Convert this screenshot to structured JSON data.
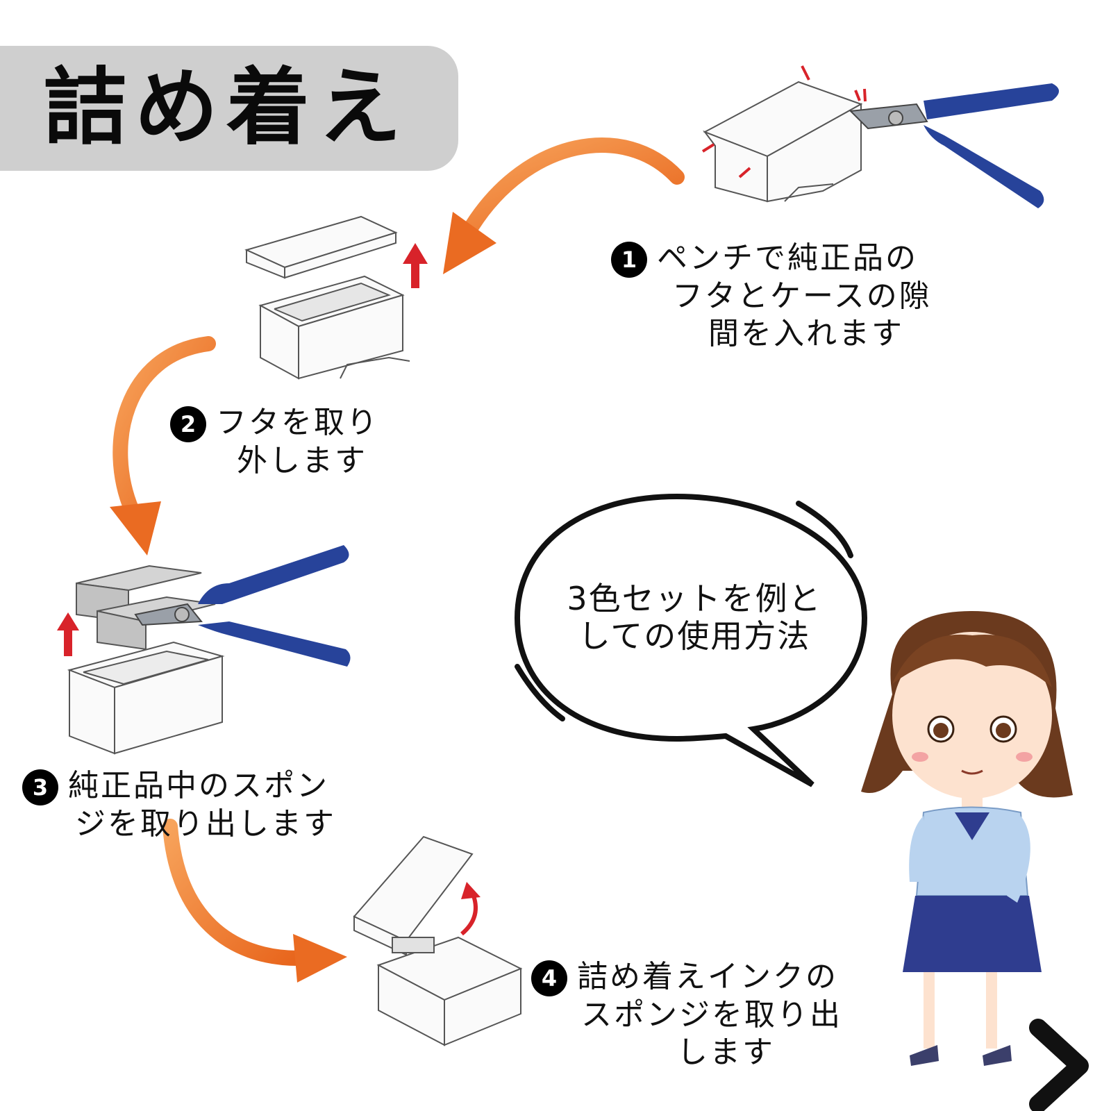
{
  "title": "詰め着え",
  "steps": [
    {
      "number": "1",
      "lines": [
        "ペンチで純正品の",
        "フタとケースの隙",
        "間を入れます"
      ]
    },
    {
      "number": "2",
      "lines": [
        "フタを取り",
        "外します"
      ]
    },
    {
      "number": "3",
      "lines": [
        "純正品中のスポン",
        "ジを取り出します"
      ]
    },
    {
      "number": "4",
      "lines": [
        "詰め着えインクの",
        "スポンジを取り出",
        "します"
      ]
    }
  ],
  "speech_bubble": {
    "lines": [
      "3色セットを例と",
      "しての使用方法"
    ]
  },
  "colors": {
    "banner": "#cfcfcf",
    "arrow_orange": "#f07a2a",
    "plier_blue": "#27439a",
    "indicator_red": "#d8232a"
  },
  "icons": [
    "pliers-icon",
    "ink-cartridge-icon",
    "red-up-arrow-icon",
    "curved-orange-arrow-icon",
    "next-chevron-icon",
    "woman-character-illustration"
  ]
}
